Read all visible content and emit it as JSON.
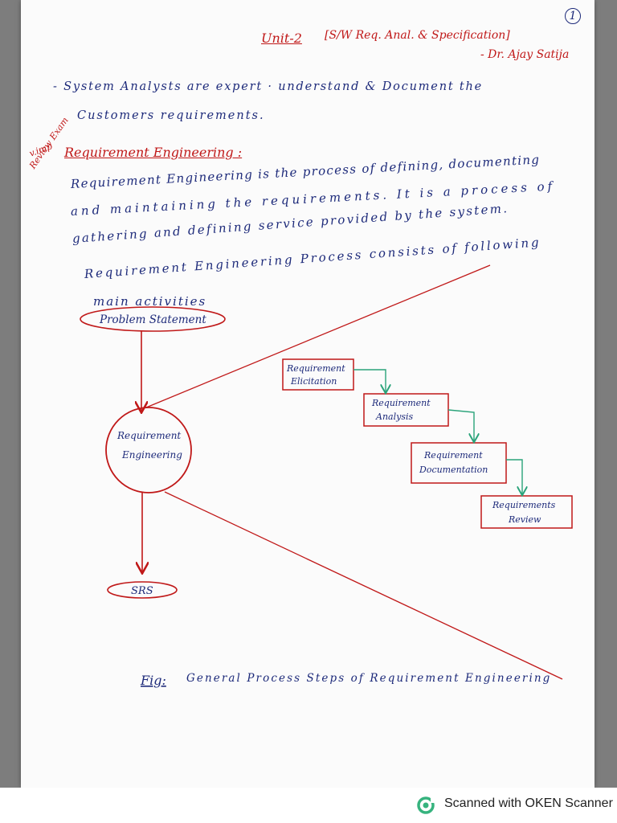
{
  "header": {
    "unit": "Unit-2",
    "subject": "[S/W Req. Anal. & Specification]",
    "author": "- Dr. Ajay Satija",
    "page_number": "1"
  },
  "intro": {
    "line1": "- System Analysts are expert · understand & Document the",
    "line2": "Customers requirements."
  },
  "section": {
    "margin_note_1": "v.imp",
    "margin_note_2": "Review Exam",
    "heading": "Requirement Engineering :",
    "para_line1": "Requirement Engineering is the process of defining, documenting",
    "para_line2": "and maintaining the requirements. It is a process of",
    "para_line3": "gathering and defining service provided by the system.",
    "para_line4": "Requirement Engineering Process consists of following",
    "para_line5": "main activities"
  },
  "diagram": {
    "problem_statement": "Problem Statement",
    "re_line1": "Requirement",
    "re_line2": "Engineering",
    "srs": "SRS",
    "steps": [
      {
        "line1": "Requirement",
        "line2": "Elicitation"
      },
      {
        "line1": "Requirement",
        "line2": "Analysis"
      },
      {
        "line1": "Requirement",
        "line2": "Documentation"
      },
      {
        "line1": "Requirements",
        "line2": "Review"
      }
    ],
    "caption_fig": "Fig:",
    "caption_text": "General Process Steps of Requirement Engineering"
  },
  "footer": {
    "scanner_text": "Scanned with OKEN Scanner"
  },
  "colors": {
    "ink_blue": "#1d2a7a",
    "ink_red": "#c01818",
    "ink_green": "#2aa37a"
  }
}
